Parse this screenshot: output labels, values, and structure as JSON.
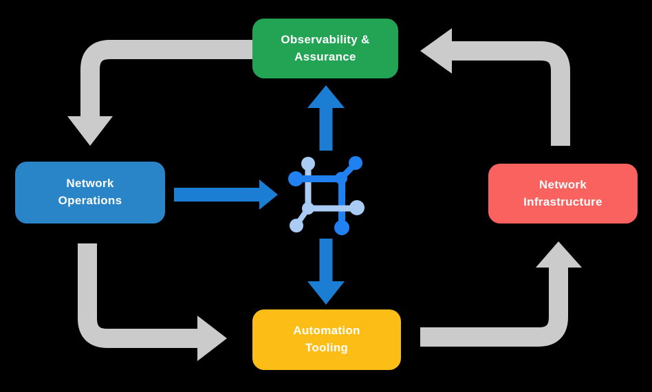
{
  "canvas": {
    "background": "#000000"
  },
  "colors": {
    "arrow_gray": "#CBCBCB",
    "arrow_blue": "#1C7ED3",
    "icon_dark_blue": "#2181F1",
    "icon_light_blue": "#A9CBF4",
    "label_text": "#FFFFFF"
  },
  "nodes": {
    "observability": {
      "line1": "Observability &",
      "line2": "Assurance",
      "color": "#23A455"
    },
    "operations": {
      "line1": "Network",
      "line2": "Operations",
      "color": "#2A84C8"
    },
    "infrastructure": {
      "line1": "Network",
      "line2": "Infrastructure",
      "color": "#FA625F"
    },
    "automation": {
      "line1": "Automation",
      "line2": "Tooling",
      "color": "#FCBD17"
    }
  },
  "center_icon": {
    "name": "network-automation-icon"
  },
  "connections": [
    {
      "from": "Observability & Assurance",
      "to": "Network Operations",
      "style": "gray-elbow-arrow"
    },
    {
      "from": "Network Operations",
      "to": "Automation Tooling",
      "style": "gray-elbow-arrow"
    },
    {
      "from": "Automation Tooling",
      "to": "Network Infrastructure",
      "style": "gray-elbow-arrow"
    },
    {
      "from": "Network Infrastructure",
      "to": "Observability & Assurance",
      "style": "gray-elbow-arrow"
    },
    {
      "from": "Network Operations",
      "to": "center-icon",
      "style": "blue-straight-arrow"
    },
    {
      "from": "center-icon",
      "to": "Observability & Assurance",
      "style": "blue-straight-arrow"
    },
    {
      "from": "center-icon",
      "to": "Automation Tooling",
      "style": "blue-straight-arrow"
    }
  ]
}
